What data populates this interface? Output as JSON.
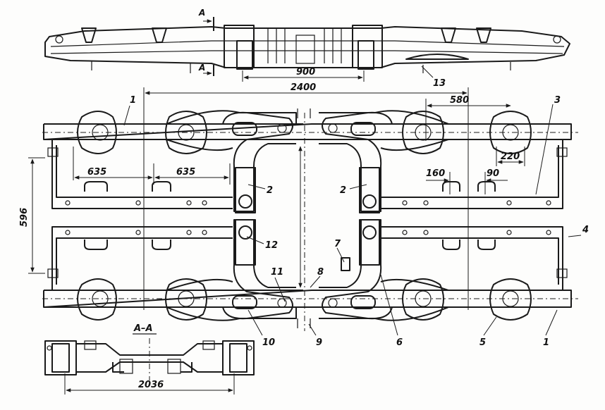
{
  "section": {
    "cut_label": "A",
    "view_label": "A–A"
  },
  "dimensions": {
    "d900": "900",
    "d2400": "2400",
    "d580": "580",
    "d220": "220",
    "d635a": "635",
    "d635b": "635",
    "d160": "160",
    "d90": "90",
    "d596": "596",
    "d2036": "2036"
  },
  "callouts": {
    "c1a": "1",
    "c1b": "1",
    "c2a": "2",
    "c2b": "2",
    "c3": "3",
    "c4": "4",
    "c5": "5",
    "c6": "6",
    "c7": "7",
    "c8": "8",
    "c9": "9",
    "c10": "10",
    "c11": "11",
    "c12": "12",
    "c13": "13"
  }
}
